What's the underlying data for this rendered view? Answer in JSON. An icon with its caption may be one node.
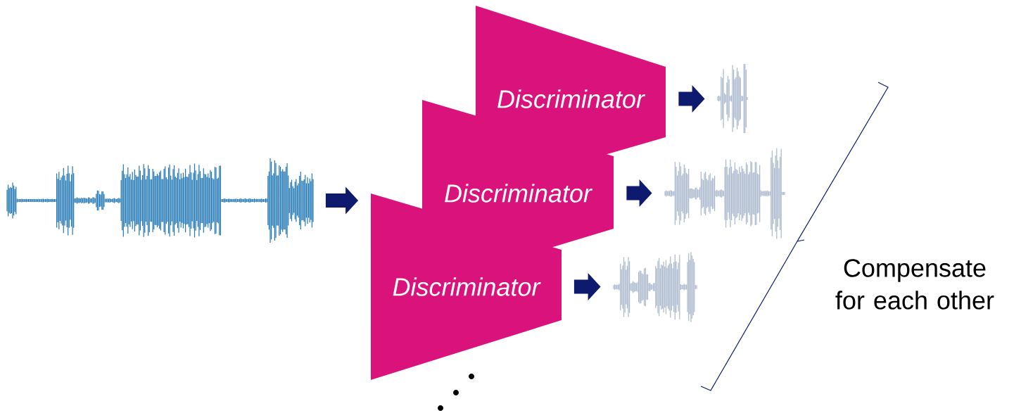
{
  "diagram": {
    "nodes": [
      {
        "text": [],
        "shape": "picture"
      },
      {
        "text": [
          "Discriminator"
        ]
      },
      {
        "text": [
          "Discriminator"
        ]
      },
      {
        "text": [
          "Discriminator"
        ]
      },
      {
        "text": [],
        "shape": "picture"
      },
      {
        "text": [],
        "shape": "picture"
      },
      {
        "text": [],
        "shape": "picture"
      }
    ],
    "edges": [
      {
        "from": 0,
        "to": 3,
        "arrow": "to"
      },
      {
        "from": 1,
        "to": 4,
        "arrow": "to"
      },
      {
        "from": 2,
        "to": 5,
        "arrow": "to"
      },
      {
        "from": 3,
        "to": 6,
        "arrow": "to"
      }
    ],
    "labels": [
      "Compensate for each other"
    ]
  }
}
